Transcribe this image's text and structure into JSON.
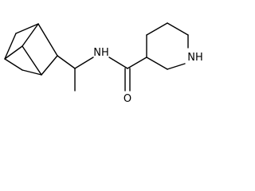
{
  "atoms": {
    "amide_nitrogen": "NH",
    "carbonyl_oxygen": "O",
    "ring_nitrogen": "NH"
  },
  "colors": {
    "bond": "#000000",
    "background": "#ffffff"
  }
}
